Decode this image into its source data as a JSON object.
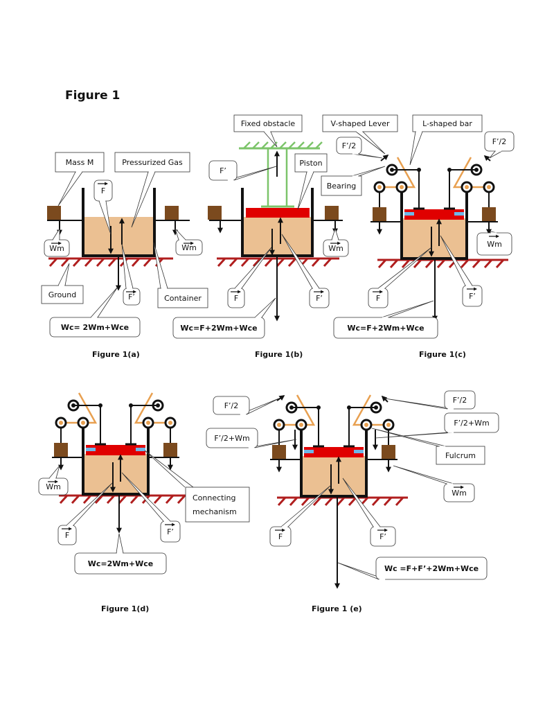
{
  "title": "Figure 1",
  "colors": {
    "gas": "#EBC092",
    "mass": "#7B4A1E",
    "piston": "#E00000",
    "connector": "#6FB6E8",
    "lever": "#E8A050",
    "ground": "#B01E1E",
    "obstacle": "#7CC46A",
    "outline": "#111111"
  },
  "figures": {
    "a": {
      "caption": "Figure 1(a)",
      "labels": {
        "mass": "Mass  M",
        "gas": "Pressurized Gas",
        "f": "F",
        "wm_left": "Wm",
        "wm_right": "Wm",
        "ground": "Ground",
        "f_prime": "F’",
        "container": "Container",
        "wc": "Wc= 2Wm+Wce"
      }
    },
    "b": {
      "caption": "Figure 1(b)",
      "labels": {
        "obstacle": "Fixed obstacle",
        "f_prime_top": "F’",
        "piston": "Piston",
        "wm": "Wm",
        "f": "F",
        "f_prime": "F’",
        "wc": "Wc=F+2Wm+Wce"
      }
    },
    "c": {
      "caption": "Figure 1(c)",
      "labels": {
        "v_lever": "V-shaped Lever",
        "l_bar": "L-shaped bar",
        "f_half_left": "F’/2",
        "f_half_right": "F’/2",
        "bearing": "Bearing",
        "wm": "Wm",
        "f": "F",
        "f_prime": "F’",
        "wc": "Wc=F+2Wm+Wce"
      }
    },
    "d": {
      "caption": "Figure 1(d)",
      "labels": {
        "wm": "Wm",
        "connecting_1": "Connecting",
        "connecting_2": "mechanism",
        "f": "F",
        "f_prime": "F’",
        "wc": "Wc=2Wm+Wce"
      }
    },
    "e": {
      "caption": "Figure 1 (e)",
      "labels": {
        "f_half_left": "F’/2",
        "f_half_right": "F’/2",
        "f_half_wm_left": "F’/2+Wm",
        "f_half_wm_right": "F’/2+Wm",
        "fulcrum": "Fulcrum",
        "wm": "Wm",
        "f": "F",
        "f_prime": "F’",
        "wc": "Wc =F+F’+2Wm+Wce"
      }
    }
  }
}
